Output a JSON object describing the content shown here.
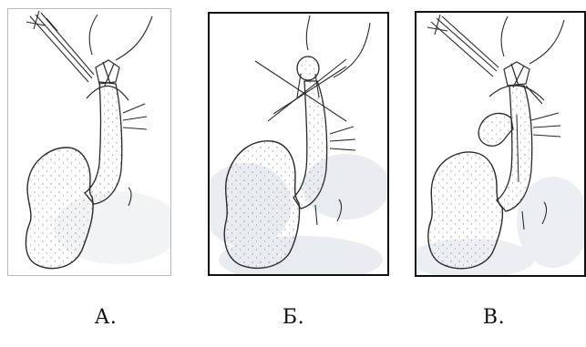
{
  "figure": {
    "panels": [
      {
        "id": "a",
        "label": "А."
      },
      {
        "id": "b",
        "label": "Б."
      },
      {
        "id": "c",
        "label": "В."
      }
    ]
  },
  "colors": {
    "ink": "#2a2a2a",
    "stipple": "#5a5a5a",
    "shade": "#e4e7ea",
    "frame_light": "#b8b8b8",
    "frame_dark": "#111111"
  },
  "drawing_elements": [
    "surgical-clamp-icon",
    "suture-loop-icon",
    "cystic-duct",
    "gallbladder",
    "ligature-thread-icon",
    "vessel-line-icon",
    "protruding-sac"
  ]
}
